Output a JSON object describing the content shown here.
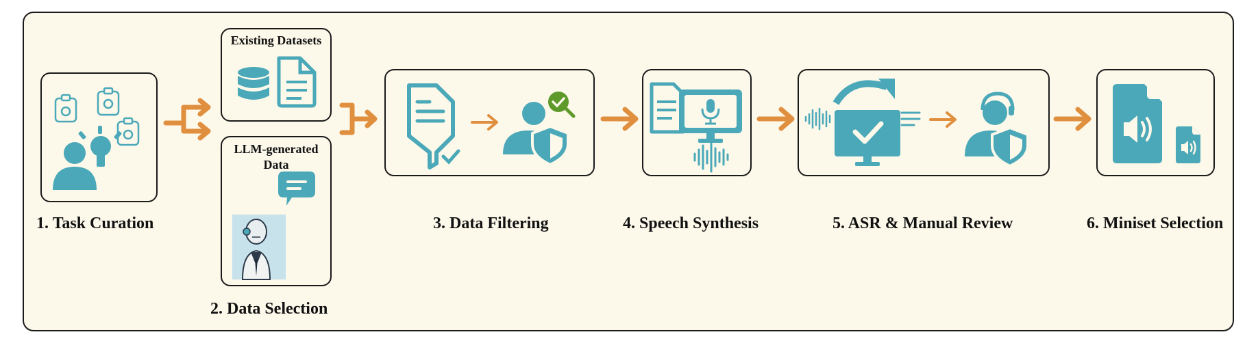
{
  "colors": {
    "teal": "#4aa8b8",
    "orange": "#e08f3e",
    "green": "#5e9a2a",
    "background": "#fcf8ea",
    "border": "#1a1a1a"
  },
  "stages": [
    {
      "label": "1. Task Curation",
      "icons": [
        "clipboard-audio-icon",
        "idea-person-icon"
      ]
    },
    {
      "label": "2. Data Selection",
      "sources": [
        {
          "title": "Existing Datasets",
          "icons": [
            "database-icon",
            "document-icon"
          ]
        },
        {
          "title": "LLM-generated Data",
          "icons": [
            "chat-bubble-icon",
            "robot-assistant-icon"
          ]
        }
      ]
    },
    {
      "label": "3. Data Filtering",
      "icons": [
        "document-filter-icon",
        "verified-user-icon"
      ]
    },
    {
      "label": "4. Speech Synthesis",
      "icons": [
        "document-icon",
        "monitor-microphone-icon",
        "sound-wave-icon"
      ]
    },
    {
      "label": "5. ASR & Manual Review",
      "icons": [
        "sound-wave-icon",
        "monitor-refresh-check-icon",
        "text-lines-icon",
        "headset-user-icon"
      ]
    },
    {
      "label": "6. Miniset Selection",
      "icons": [
        "audio-file-large-icon",
        "audio-file-small-icon"
      ]
    }
  ]
}
